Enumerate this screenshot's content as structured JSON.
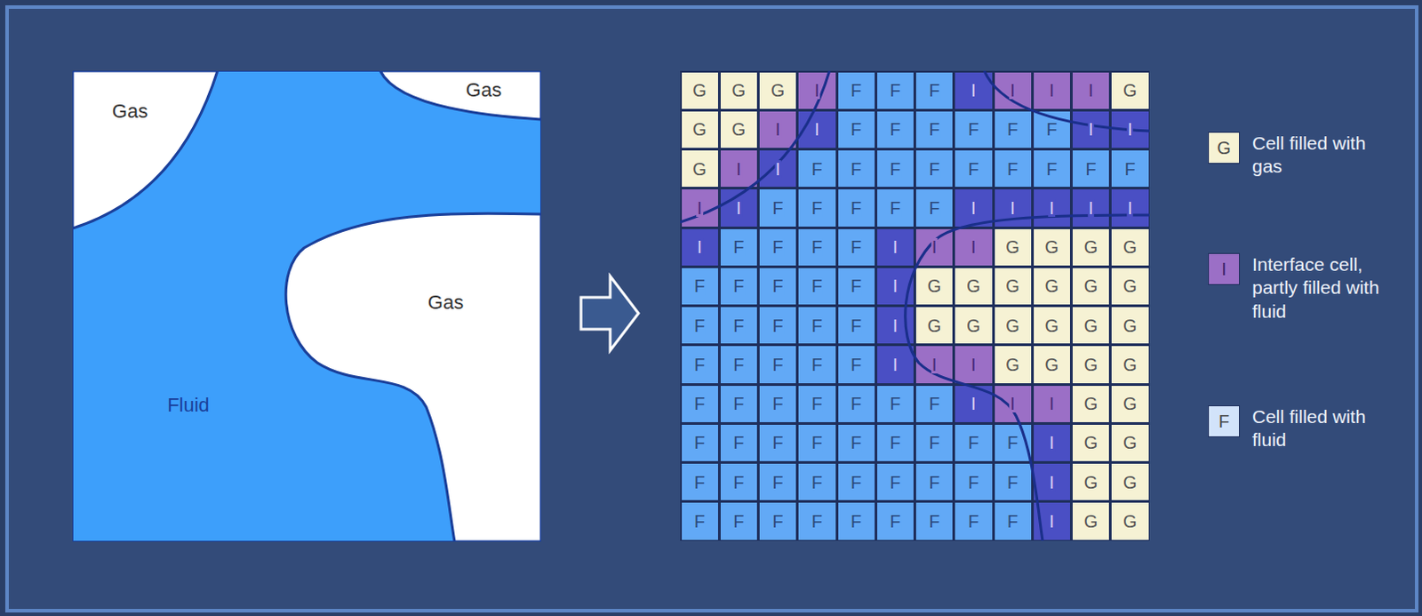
{
  "diagram": {
    "labels": [
      "Gas",
      "Gas",
      "Gas",
      "Fluid",
      "G",
      "G",
      "G",
      "I",
      "F",
      "F",
      "F",
      "I",
      "I",
      "I",
      "I",
      "G",
      "G",
      "G",
      "I",
      "I",
      "F",
      "F",
      "F",
      "F",
      "F",
      "F",
      "I",
      "I",
      "G",
      "I",
      "I",
      "F",
      "F",
      "F",
      "F",
      "F",
      "F",
      "F",
      "F",
      "F",
      "I",
      "I",
      "F",
      "F",
      "F",
      "F",
      "F",
      "I",
      "I",
      "I",
      "I",
      "I",
      "I",
      "F",
      "F",
      "F",
      "F",
      "I",
      "I",
      "I",
      "G",
      "G",
      "G",
      "G",
      "F",
      "F",
      "F",
      "F",
      "F",
      "I",
      "G",
      "G",
      "G",
      "G",
      "G",
      "G",
      "F",
      "F",
      "F",
      "F",
      "F",
      "I",
      "G",
      "G",
      "G",
      "G",
      "G",
      "G",
      "F",
      "F",
      "F",
      "F",
      "F",
      "I",
      "I",
      "I",
      "G",
      "G",
      "G",
      "G",
      "F",
      "F",
      "F",
      "F",
      "F",
      "F",
      "F",
      "I",
      "I",
      "I",
      "G",
      "G",
      "F",
      "F",
      "F",
      "F",
      "F",
      "F",
      "F",
      "F",
      "F",
      "I",
      "G",
      "G",
      "F",
      "F",
      "F",
      "F",
      "F",
      "F",
      "F",
      "F",
      "F",
      "I",
      "G",
      "G",
      "F",
      "F",
      "F",
      "F",
      "F",
      "F",
      "F",
      "F",
      "F",
      "I",
      "G",
      "G",
      "G",
      "I",
      "F"
    ],
    "legend": [
      {
        "text": "Cell filled with gas",
        "color": "#f6f2d4"
      },
      {
        "text": "Interface cell, partly filled with fluid",
        "color": "#9b6fc6"
      },
      {
        "text": "Cell filled with fluid",
        "color": "#d2e3fa"
      }
    ]
  }
}
